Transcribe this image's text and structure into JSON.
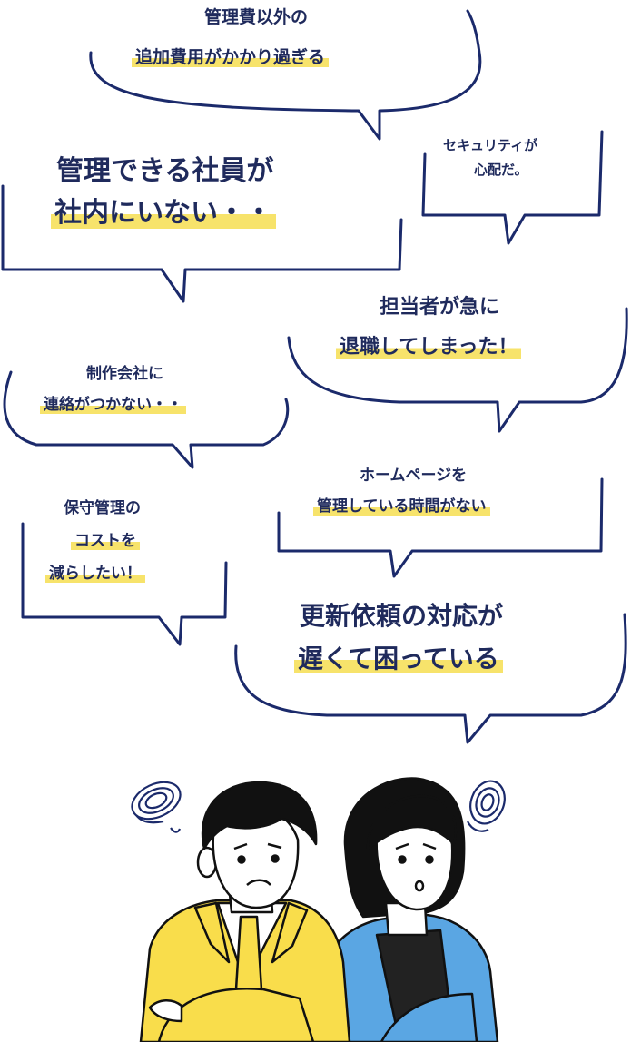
{
  "bubbles": [
    {
      "id": "b1",
      "lines": [
        "管理費以外の",
        "追加費用がかかり過ぎる"
      ]
    },
    {
      "id": "b2",
      "lines": [
        "セキュリティが",
        "心配だ。"
      ]
    },
    {
      "id": "b3",
      "lines": [
        "管理できる社員が",
        "社内にいない・・"
      ]
    },
    {
      "id": "b4",
      "lines": [
        "担当者が急に",
        "退職してしまった！"
      ]
    },
    {
      "id": "b5",
      "lines": [
        "制作会社に",
        "連絡がつかない・・"
      ]
    },
    {
      "id": "b6",
      "lines": [
        "ホームページを",
        "管理している時間がない"
      ]
    },
    {
      "id": "b7",
      "lines": [
        "保守管理の",
        "コストを",
        "減らしたい！"
      ]
    },
    {
      "id": "b8",
      "lines": [
        "更新依頼の対応が",
        "遅くて困っている"
      ]
    }
  ],
  "colors": {
    "stroke": "#1b2a6b",
    "highlight": "#f7e36b",
    "text": "#1f2a5c",
    "yellow_jacket": "#f9dd4b",
    "blue_jacket": "#5aa6e3",
    "hair": "#111111",
    "skin": "#ffffff"
  },
  "illustration": {
    "description_icons": [
      "worried-man",
      "worried-woman",
      "confusion-scribble-icon"
    ]
  }
}
